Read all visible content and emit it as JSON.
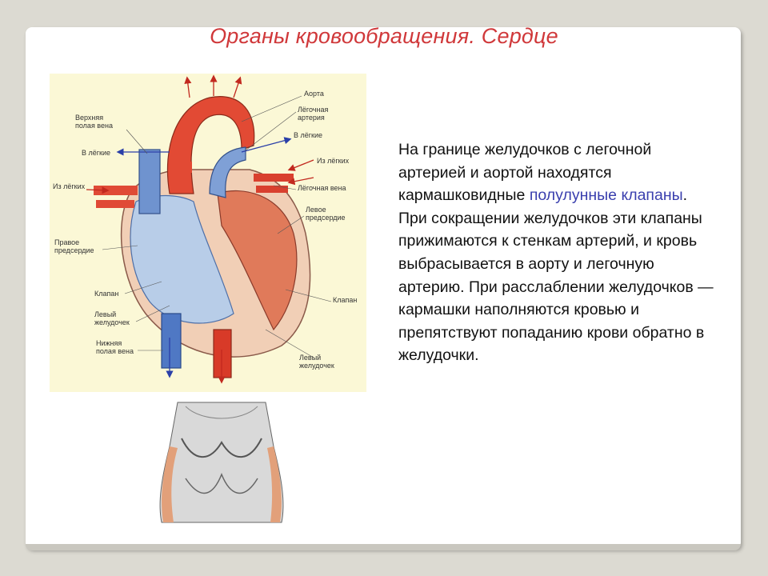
{
  "slide": {
    "title": "Органы кровообращения. Сердце"
  },
  "heart_diagram": {
    "labels": {
      "aorta": "Аорта",
      "pulmonary_artery": "Лёгочная\nартерия",
      "to_lungs_right": "В лёгкие",
      "from_lungs_right": "Из лёгких",
      "pulmonary_vein": "Лёгочная вена",
      "left_atrium": "Левое\nпредсердие",
      "valve_right": "Клапан",
      "left_ventricle": "Левый\nжелудочек",
      "superior_vena_cava": "Верхняя\nполая вена",
      "to_lungs_left": "В лёгкие",
      "from_lungs_left": "Из лёгких",
      "right_atrium": "Правое\nпредсердие",
      "valve_left": "Клапан",
      "right_ventricle": "Левый\nжелудочек",
      "inferior_vena_cava": "Нижняя\nполая вена"
    }
  },
  "text": {
    "part1": "На границе желудочков с легочной артерией и аортой находятся кармашковидные ",
    "highlight": "полулунные клапаны",
    "part2": ". При сокращении желудочков эти клапаны прижимаются к стенкам артерий, и кровь выбрасывается в аорту и легочную артерию. При расслаблении желудочков — кармашки наполняются кровью и препятствуют попаданию крови обратно в желудочки."
  },
  "colors": {
    "title": "#d0383a",
    "highlight": "#3a3fae",
    "arterial": "#d9402e",
    "venous": "#6f93cf"
  }
}
